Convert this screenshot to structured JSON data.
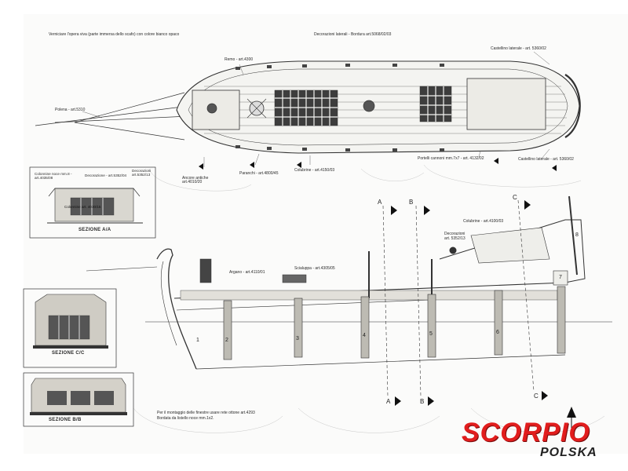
{
  "sheet": {
    "header_note": "Verniciare l'opera viva (parte immersa dello scafo) con colore bianco opaco",
    "top_deck": {
      "decorations_label": "Decorazioni laterali - Bordura art.5068/02/03",
      "wheel_label": "Remo - art.4300",
      "bowsprit_label": "Polena - art.5310",
      "stern_castle_label": "Castellino laterale - art. 5360/02",
      "anchors_label": "Ancore antiche art.4010/20",
      "paranchi_label": "Paranchi - art.4800/45",
      "culverins_label": "Colubrine - art.4150/03",
      "portholes_label": "Portelli cannoni mm.7x7 - art. 4132/02",
      "castle_lateral_label": "Castellino laterale - art. 5360/02"
    },
    "section_aa": {
      "title": "SEZIONE A/A",
      "label_col": "Colonnine noce mm.8 - art.4035/08",
      "label_dec1": "Decorazione - art.5352/04",
      "label_dec2": "Decorazioni art.5352/13",
      "label_col2": "Colonnine art. 4030/15"
    },
    "section_cc": {
      "title": "SEZIONE C/C"
    },
    "section_bb": {
      "title": "SEZIONE B/B"
    },
    "profile": {
      "argano_label": "Argano - art.4110/01",
      "scialuppa_label": "Scialuppa - art.4305/05",
      "culverins_label": "Colubrine - art.4100/03",
      "decorations_label1": "Decorazioni",
      "decorations_label2": "art. 5352/13",
      "marker_a": "A",
      "marker_b": "B",
      "marker_c": "C",
      "stations": [
        "1",
        "2",
        "3",
        "4",
        "5",
        "6",
        "7",
        "8"
      ]
    },
    "footer_note_1": "Per il montaggio delle finestre usare rete ottone art.4293",
    "footer_note_2": "Bordata da listello noce mm.1x2."
  },
  "brand": {
    "name": "SCORPIO",
    "country": "POLSKA",
    "primary_color": "#e11d1d",
    "secondary_color": "#222222"
  }
}
